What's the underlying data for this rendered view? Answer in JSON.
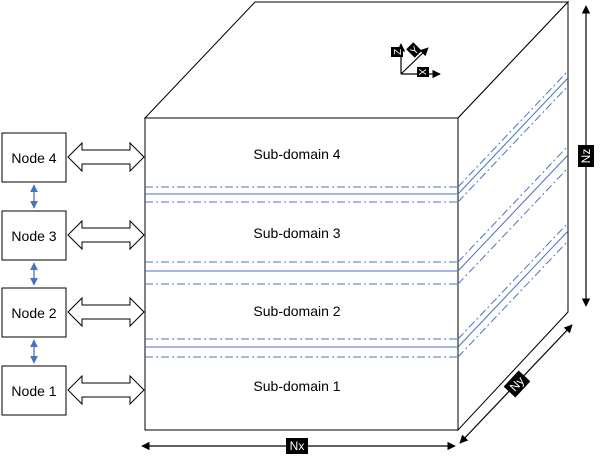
{
  "nodes": [
    "Node 4",
    "Node 3",
    "Node 2",
    "Node 1"
  ],
  "subdomains": [
    "Sub-domain 4",
    "Sub-domain 3",
    "Sub-domain 2",
    "Sub-domain 1"
  ],
  "dimensions": {
    "nx": "Nx",
    "ny": "Ny",
    "nz": "Nz"
  },
  "axes": {
    "x": "X",
    "y": "Y",
    "z": "Z"
  },
  "colors": {
    "boundary_line": "#4a72c4",
    "arrow": "#4a72c4",
    "outline": "#000000"
  }
}
